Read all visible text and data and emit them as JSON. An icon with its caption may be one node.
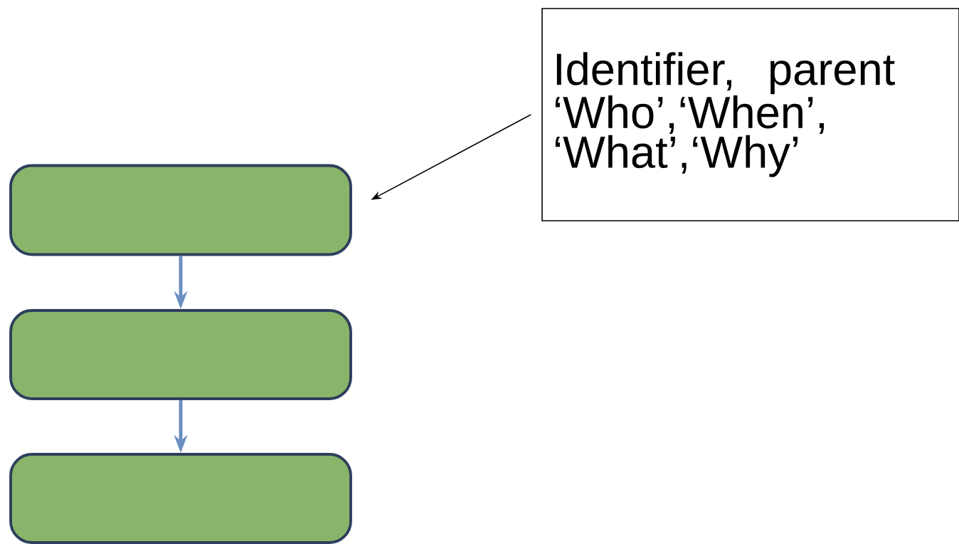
{
  "diagram": {
    "nodes": [
      {
        "text": [],
        "shape": "box"
      },
      {
        "text": [],
        "shape": "box"
      },
      {
        "text": [],
        "shape": "box"
      },
      {
        "text": [
          "Identifier, parent ‘Who’,‘When’, ‘What’,‘Why’"
        ]
      }
    ],
    "edges": [
      {
        "from": 0,
        "to": 1,
        "arrow": "to"
      },
      {
        "from": 1,
        "to": 2,
        "arrow": "to"
      },
      {
        "from": 3,
        "to": 0,
        "arrow": "to",
        "color": "#000000"
      }
    ]
  }
}
